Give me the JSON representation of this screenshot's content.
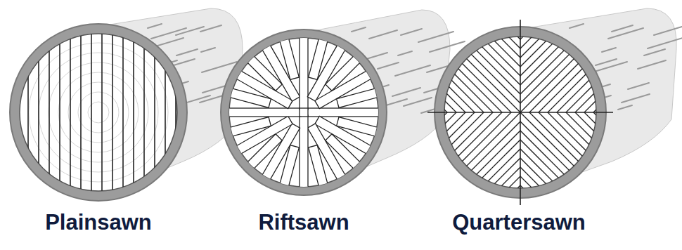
{
  "diagram": {
    "labels": [
      "Plainsawn",
      "Riftsawn",
      "Quartersawn"
    ]
  }
}
